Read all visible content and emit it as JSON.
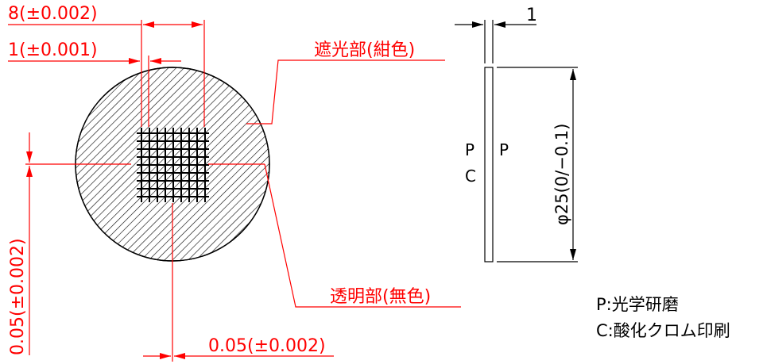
{
  "colors": {
    "annotation": "#ff0000",
    "drawing": "#000000",
    "background": "#ffffff"
  },
  "front_view": {
    "dim_width_8": "8(±0.002)",
    "dim_width_1": "1(±0.001)",
    "dim_vertical_offset": "0.05(±0.002)",
    "dim_horizontal_offset": "0.05(±0.002)",
    "label_shading": "遮光部(紺色)",
    "label_transparent": "透明部(無色)"
  },
  "side_view": {
    "dim_thickness": "1",
    "dim_diameter": "φ25(0/−0.1)",
    "left_face_labels": [
      "P",
      "C"
    ],
    "right_face_label": "P"
  },
  "legend": {
    "items": [
      {
        "key": "P",
        "text": "P:光学研磨"
      },
      {
        "key": "C",
        "text": "C:酸化クロム印刷"
      }
    ]
  }
}
